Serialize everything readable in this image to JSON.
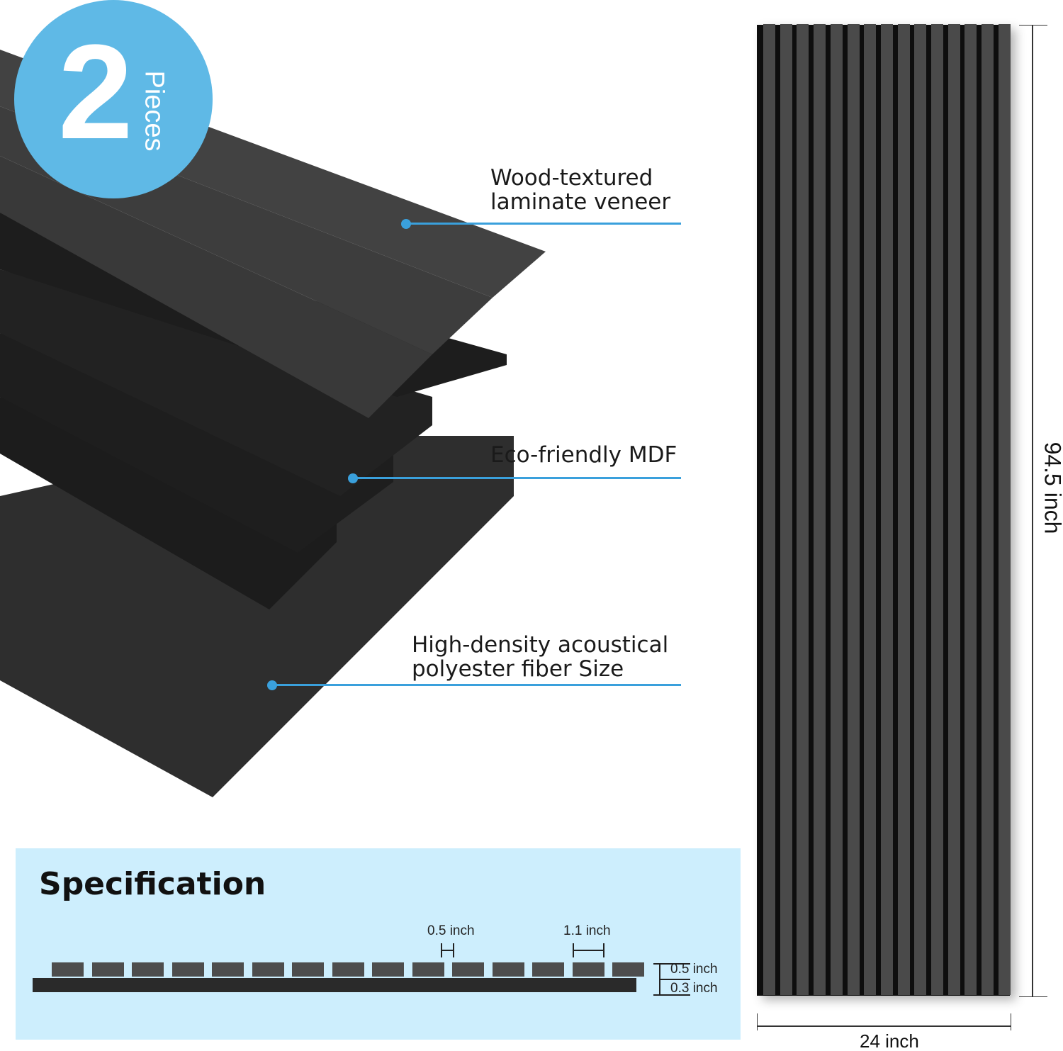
{
  "badge": {
    "number": "2",
    "label": "Pieces",
    "color": "#5fb9e6"
  },
  "callouts": [
    {
      "line1": "Wood-textured",
      "line2": "laminate veneer"
    },
    {
      "line1": "Eco-friendly MDF",
      "line2": ""
    },
    {
      "line1": "High-density acoustical",
      "line2": "polyester fiber Size"
    }
  ],
  "specification": {
    "title": "Specification",
    "slat_width": "0.5 inch",
    "slat_spacing": "1.1 inch",
    "slat_thickness": "0.5 inch",
    "base_thickness": "0.3 inch",
    "slat_count": 15
  },
  "panel": {
    "height": "94.5 inch",
    "width": "24 inch",
    "slat_count": 15
  },
  "colors": {
    "accent": "#3aa0dc",
    "spec_bg": "#cdeefd"
  }
}
